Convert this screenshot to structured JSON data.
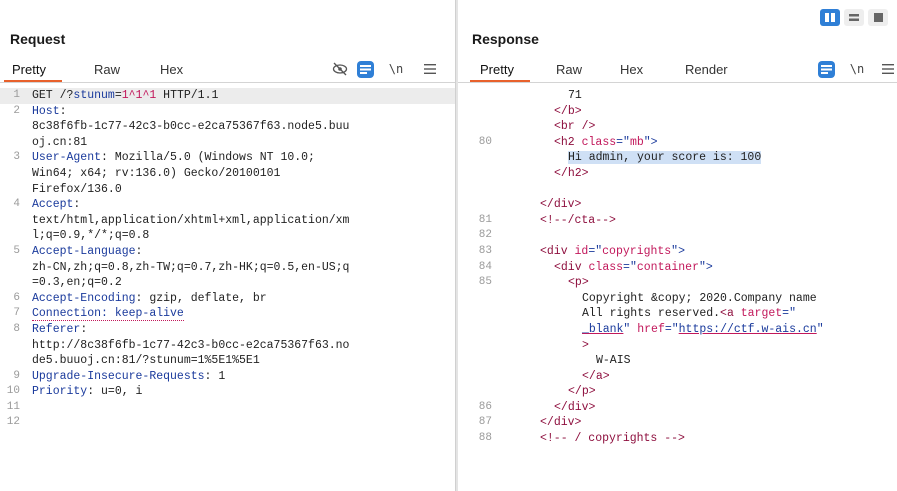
{
  "layout_buttons": [
    "split-horizontal",
    "split-vertical",
    "single"
  ],
  "request": {
    "title": "Request",
    "tabs": [
      "Pretty",
      "Raw",
      "Hex"
    ],
    "active_tab": "Pretty",
    "tools": {
      "newline": "\\n"
    },
    "lines": [
      {
        "n": "1",
        "parts": [
          [
            "GET /?",
            "val"
          ],
          [
            "stunum",
            "hdr"
          ],
          [
            "=",
            "val"
          ],
          [
            "1^1^1",
            "red"
          ],
          [
            " HTTP/1.1",
            "val"
          ]
        ]
      },
      {
        "n": "2",
        "parts": [
          [
            "Host",
            "hdr"
          ],
          [
            ":",
            "val"
          ]
        ]
      },
      {
        "n": "",
        "parts": [
          [
            "8c38f6fb-1c77-42c3-b0cc-e2ca75367f63.node5.buu",
            "val"
          ]
        ]
      },
      {
        "n": "",
        "parts": [
          [
            "oj.cn:81",
            "val"
          ]
        ]
      },
      {
        "n": "3",
        "parts": [
          [
            "User-Agent",
            "hdr"
          ],
          [
            ": Mozilla/5.0 (Windows NT 10.0;",
            "val"
          ]
        ]
      },
      {
        "n": "",
        "parts": [
          [
            "Win64; x64; rv:136.0) Gecko/20100101",
            "val"
          ]
        ]
      },
      {
        "n": "",
        "parts": [
          [
            "Firefox/136.0",
            "val"
          ]
        ]
      },
      {
        "n": "4",
        "parts": [
          [
            "Accept",
            "hdr"
          ],
          [
            ":",
            "val"
          ]
        ]
      },
      {
        "n": "",
        "parts": [
          [
            "text/html,application/xhtml+xml,application/xm",
            "val"
          ]
        ]
      },
      {
        "n": "",
        "parts": [
          [
            "l;q=0.9,*/*;q=0.8",
            "val"
          ]
        ]
      },
      {
        "n": "5",
        "parts": [
          [
            "Accept-Language",
            "hdr"
          ],
          [
            ":",
            "val"
          ]
        ]
      },
      {
        "n": "",
        "parts": [
          [
            "zh-CN,zh;q=0.8,zh-TW;q=0.7,zh-HK;q=0.5,en-US;q",
            "val"
          ]
        ]
      },
      {
        "n": "",
        "parts": [
          [
            "=0.3,en;q=0.2",
            "val"
          ]
        ]
      },
      {
        "n": "6",
        "parts": [
          [
            "Accept-Encoding",
            "hdr"
          ],
          [
            ": gzip, deflate, br",
            "val"
          ]
        ]
      },
      {
        "n": "7",
        "parts": [
          [
            "Connection: keep-alive",
            "dotted-hdr"
          ]
        ]
      },
      {
        "n": "8",
        "parts": [
          [
            "Referer",
            "hdr"
          ],
          [
            ":",
            "val"
          ]
        ]
      },
      {
        "n": "",
        "parts": [
          [
            "http://8c38f6fb-1c77-42c3-b0cc-e2ca75367f63.no",
            "val"
          ]
        ]
      },
      {
        "n": "",
        "parts": [
          [
            "de5.buuoj.cn:81/?stunum=1%5E1%5E1",
            "val"
          ]
        ]
      },
      {
        "n": "9",
        "parts": [
          [
            "Upgrade-Insecure-Requests",
            "hdr"
          ],
          [
            ": 1",
            "val"
          ]
        ]
      },
      {
        "n": "10",
        "parts": [
          [
            "Priority",
            "hdr"
          ],
          [
            ": u=0, i",
            "val"
          ]
        ]
      },
      {
        "n": "11",
        "parts": []
      },
      {
        "n": "12",
        "parts": []
      }
    ]
  },
  "response": {
    "title": "Response",
    "tabs": [
      "Pretty",
      "Raw",
      "Hex",
      "Render"
    ],
    "active_tab": "Pretty",
    "tools": {
      "newline": "\\n"
    },
    "lines": [
      {
        "n": "",
        "indent": 4,
        "parts": [
          [
            "71",
            "val"
          ]
        ]
      },
      {
        "n": "",
        "indent": 3,
        "parts": [
          [
            "</",
            "tag"
          ],
          [
            "b",
            "tag"
          ],
          [
            ">",
            "tag"
          ]
        ]
      },
      {
        "n": "",
        "indent": 3,
        "parts": [
          [
            "<",
            "tag"
          ],
          [
            "br",
            "tag"
          ],
          [
            " />",
            "tag"
          ]
        ]
      },
      {
        "n": "80",
        "indent": 3,
        "parts": [
          [
            "<",
            "tag"
          ],
          [
            "h2",
            "tag"
          ],
          [
            " ",
            "val"
          ],
          [
            "class",
            "attr"
          ],
          [
            "=\"",
            "str"
          ],
          [
            "mb",
            "attr"
          ],
          [
            "\">",
            "str"
          ]
        ]
      },
      {
        "n": "",
        "indent": 4,
        "parts": [
          [
            "Hi admin, your score is: 100",
            "sel"
          ]
        ]
      },
      {
        "n": "",
        "indent": 3,
        "parts": [
          [
            "</",
            "tag"
          ],
          [
            "h2",
            "tag"
          ],
          [
            ">",
            "tag"
          ]
        ]
      },
      {
        "n": "",
        "indent": 0,
        "parts": []
      },
      {
        "n": "",
        "indent": 2,
        "parts": [
          [
            "</",
            "tag"
          ],
          [
            "div",
            "tag"
          ],
          [
            ">",
            "tag"
          ]
        ]
      },
      {
        "n": "81",
        "indent": 2,
        "parts": [
          [
            "<!--/cta-->",
            "tag"
          ]
        ]
      },
      {
        "n": "82",
        "indent": 0,
        "parts": []
      },
      {
        "n": "83",
        "indent": 2,
        "parts": [
          [
            "<",
            "tag"
          ],
          [
            "div",
            "tag"
          ],
          [
            " ",
            "val"
          ],
          [
            "id",
            "attr"
          ],
          [
            "=\"",
            "str"
          ],
          [
            "copyrights",
            "attr"
          ],
          [
            "\">",
            "str"
          ]
        ]
      },
      {
        "n": "84",
        "indent": 3,
        "parts": [
          [
            "<",
            "tag"
          ],
          [
            "div",
            "tag"
          ],
          [
            " ",
            "val"
          ],
          [
            "class",
            "attr"
          ],
          [
            "=\"",
            "str"
          ],
          [
            "container",
            "attr"
          ],
          [
            "\">",
            "str"
          ]
        ]
      },
      {
        "n": "85",
        "indent": 4,
        "parts": [
          [
            "<",
            "tag"
          ],
          [
            "p",
            "tag"
          ],
          [
            ">",
            "tag"
          ]
        ]
      },
      {
        "n": "",
        "indent": 5,
        "parts": [
          [
            "Copyright &copy; 2020.Company name",
            "val"
          ]
        ]
      },
      {
        "n": "",
        "indent": 5,
        "parts": [
          [
            "All rights reserved.",
            "val"
          ],
          [
            "<",
            "tag"
          ],
          [
            "a",
            "tag"
          ],
          [
            " ",
            "val"
          ],
          [
            "target",
            "attr"
          ],
          [
            "=\"",
            "str"
          ]
        ]
      },
      {
        "n": "",
        "indent": 5,
        "parts": [
          [
            "_blank",
            "lnk"
          ],
          [
            "\" ",
            "str"
          ],
          [
            "href",
            "attr"
          ],
          [
            "=\"",
            "str"
          ],
          [
            "https://ctf.w-ais.cn",
            "lnk"
          ],
          [
            "\"",
            "str"
          ]
        ]
      },
      {
        "n": "",
        "indent": 5,
        "parts": [
          [
            ">",
            "tag"
          ]
        ]
      },
      {
        "n": "",
        "indent": 6,
        "parts": [
          [
            "W-AIS",
            "val"
          ]
        ]
      },
      {
        "n": "",
        "indent": 5,
        "parts": [
          [
            "</",
            "tag"
          ],
          [
            "a",
            "tag"
          ],
          [
            ">",
            "tag"
          ]
        ]
      },
      {
        "n": "",
        "indent": 4,
        "parts": [
          [
            "</",
            "tag"
          ],
          [
            "p",
            "tag"
          ],
          [
            ">",
            "tag"
          ]
        ]
      },
      {
        "n": "86",
        "indent": 3,
        "parts": [
          [
            "</",
            "tag"
          ],
          [
            "div",
            "tag"
          ],
          [
            ">",
            "tag"
          ]
        ]
      },
      {
        "n": "87",
        "indent": 2,
        "parts": [
          [
            "</",
            "tag"
          ],
          [
            "div",
            "tag"
          ],
          [
            ">",
            "tag"
          ]
        ]
      },
      {
        "n": "88",
        "indent": 2,
        "parts": [
          [
            "<!-- / copyrights -->",
            "tag"
          ]
        ]
      }
    ]
  },
  "colors": {
    "accent": "#2f7fd6",
    "tab_underline": "#e8612c",
    "header_blue": "#1a3a9c",
    "value_red": "#c2185b"
  }
}
